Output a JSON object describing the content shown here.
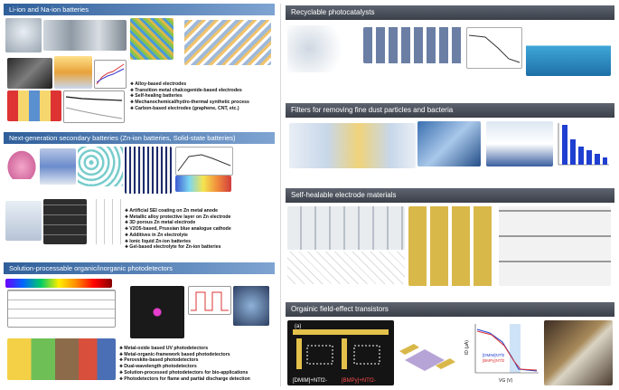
{
  "left": {
    "section1": {
      "title": "Li-ion and Na-ion batteries",
      "bullets": [
        "Alloy-based electrodes",
        "Transition metal chalcogenide-based electrodes",
        "Self-healing batteries",
        "Mechanochemical/hydro-thermal synthetic process",
        "Carbon-based electrodes (graphene, CNT, etc.)"
      ]
    },
    "section2": {
      "title": "Next-generation secondary batteries (Zn-ion batteries, Solid-state batteries)",
      "bullets": [
        "Artificial SEI coating on Zn metal anode",
        "Metallic alloy protective layer on Zn electrode",
        "3D porous Zn metal electrode",
        "V2O5-based, Prussian blue analogue cathode",
        "Additives in Zn electrolyte",
        "Ionic liquid Zn-ion batteries",
        "Gel-based electrolyte for Zn-ion batteries"
      ]
    },
    "section3": {
      "title": "Solution-processable organic/inorganic photodetectors",
      "bullets": [
        "Metal-oxide based UV photodetectors",
        "Metal-organic-framework based photodetectors",
        "Perovskite-based photodetectors",
        "Dual-wavelength photodetectors",
        "Solution-processed photodetectors for bio-applications",
        "Photodetectors for flame and partial discharge detection"
      ]
    }
  },
  "right": {
    "section1": {
      "title": "Recyclable photocatalysts"
    },
    "section2": {
      "title": "Filters for removing fine dust particles and bacteria"
    },
    "section3": {
      "title": "Self-healable electrode materials"
    },
    "section4": {
      "title": "Orgainic field-effect transistors",
      "label_a": "(a)",
      "label_dmim": "[DMIM]+NTf2-",
      "label_bmpy": "[BMPy]+NTf2-",
      "legend_1": "[DMIM]NTf2",
      "legend_2": "[BMPy]NTf2",
      "xlabel": "VG (V)",
      "ylabel": "ID (μA)"
    }
  },
  "colors": {
    "left_header": "#3a6ba8",
    "right_header": "#4a4f58",
    "bar_blue": "#1f3fd1",
    "gold": "#d9b84a"
  }
}
